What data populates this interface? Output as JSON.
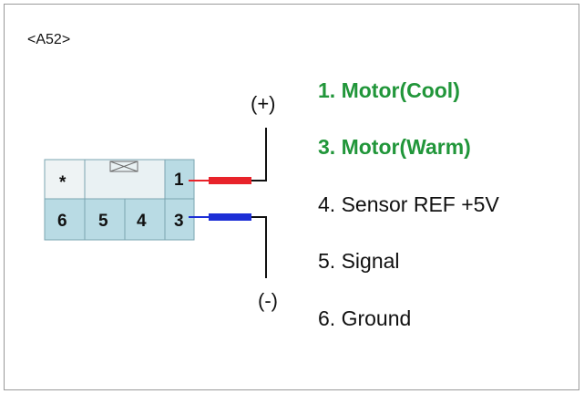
{
  "connector_id": "<A52>",
  "connector": {
    "top_row": [
      {
        "label": "*"
      },
      {
        "label": ""
      },
      {
        "label": "1"
      }
    ],
    "bottom_row": [
      {
        "label": "6"
      },
      {
        "label": "5"
      },
      {
        "label": "4"
      },
      {
        "label": "3"
      }
    ]
  },
  "polarity": {
    "positive": "(+)",
    "negative": "(-)"
  },
  "wire_colors": {
    "pin1": "#e8232a",
    "pin3": "#1d2fd6"
  },
  "legend": [
    {
      "text": "1. Motor(Cool)",
      "color": "#21963a",
      "emphasis": true
    },
    {
      "text": "3. Motor(Warm)",
      "color": "#21963a",
      "emphasis": true
    },
    {
      "text": "4. Sensor REF +5V",
      "color": "#111111",
      "emphasis": false
    },
    {
      "text": "5. Signal",
      "color": "#111111",
      "emphasis": false
    },
    {
      "text": "6. Ground",
      "color": "#111111",
      "emphasis": false
    }
  ]
}
